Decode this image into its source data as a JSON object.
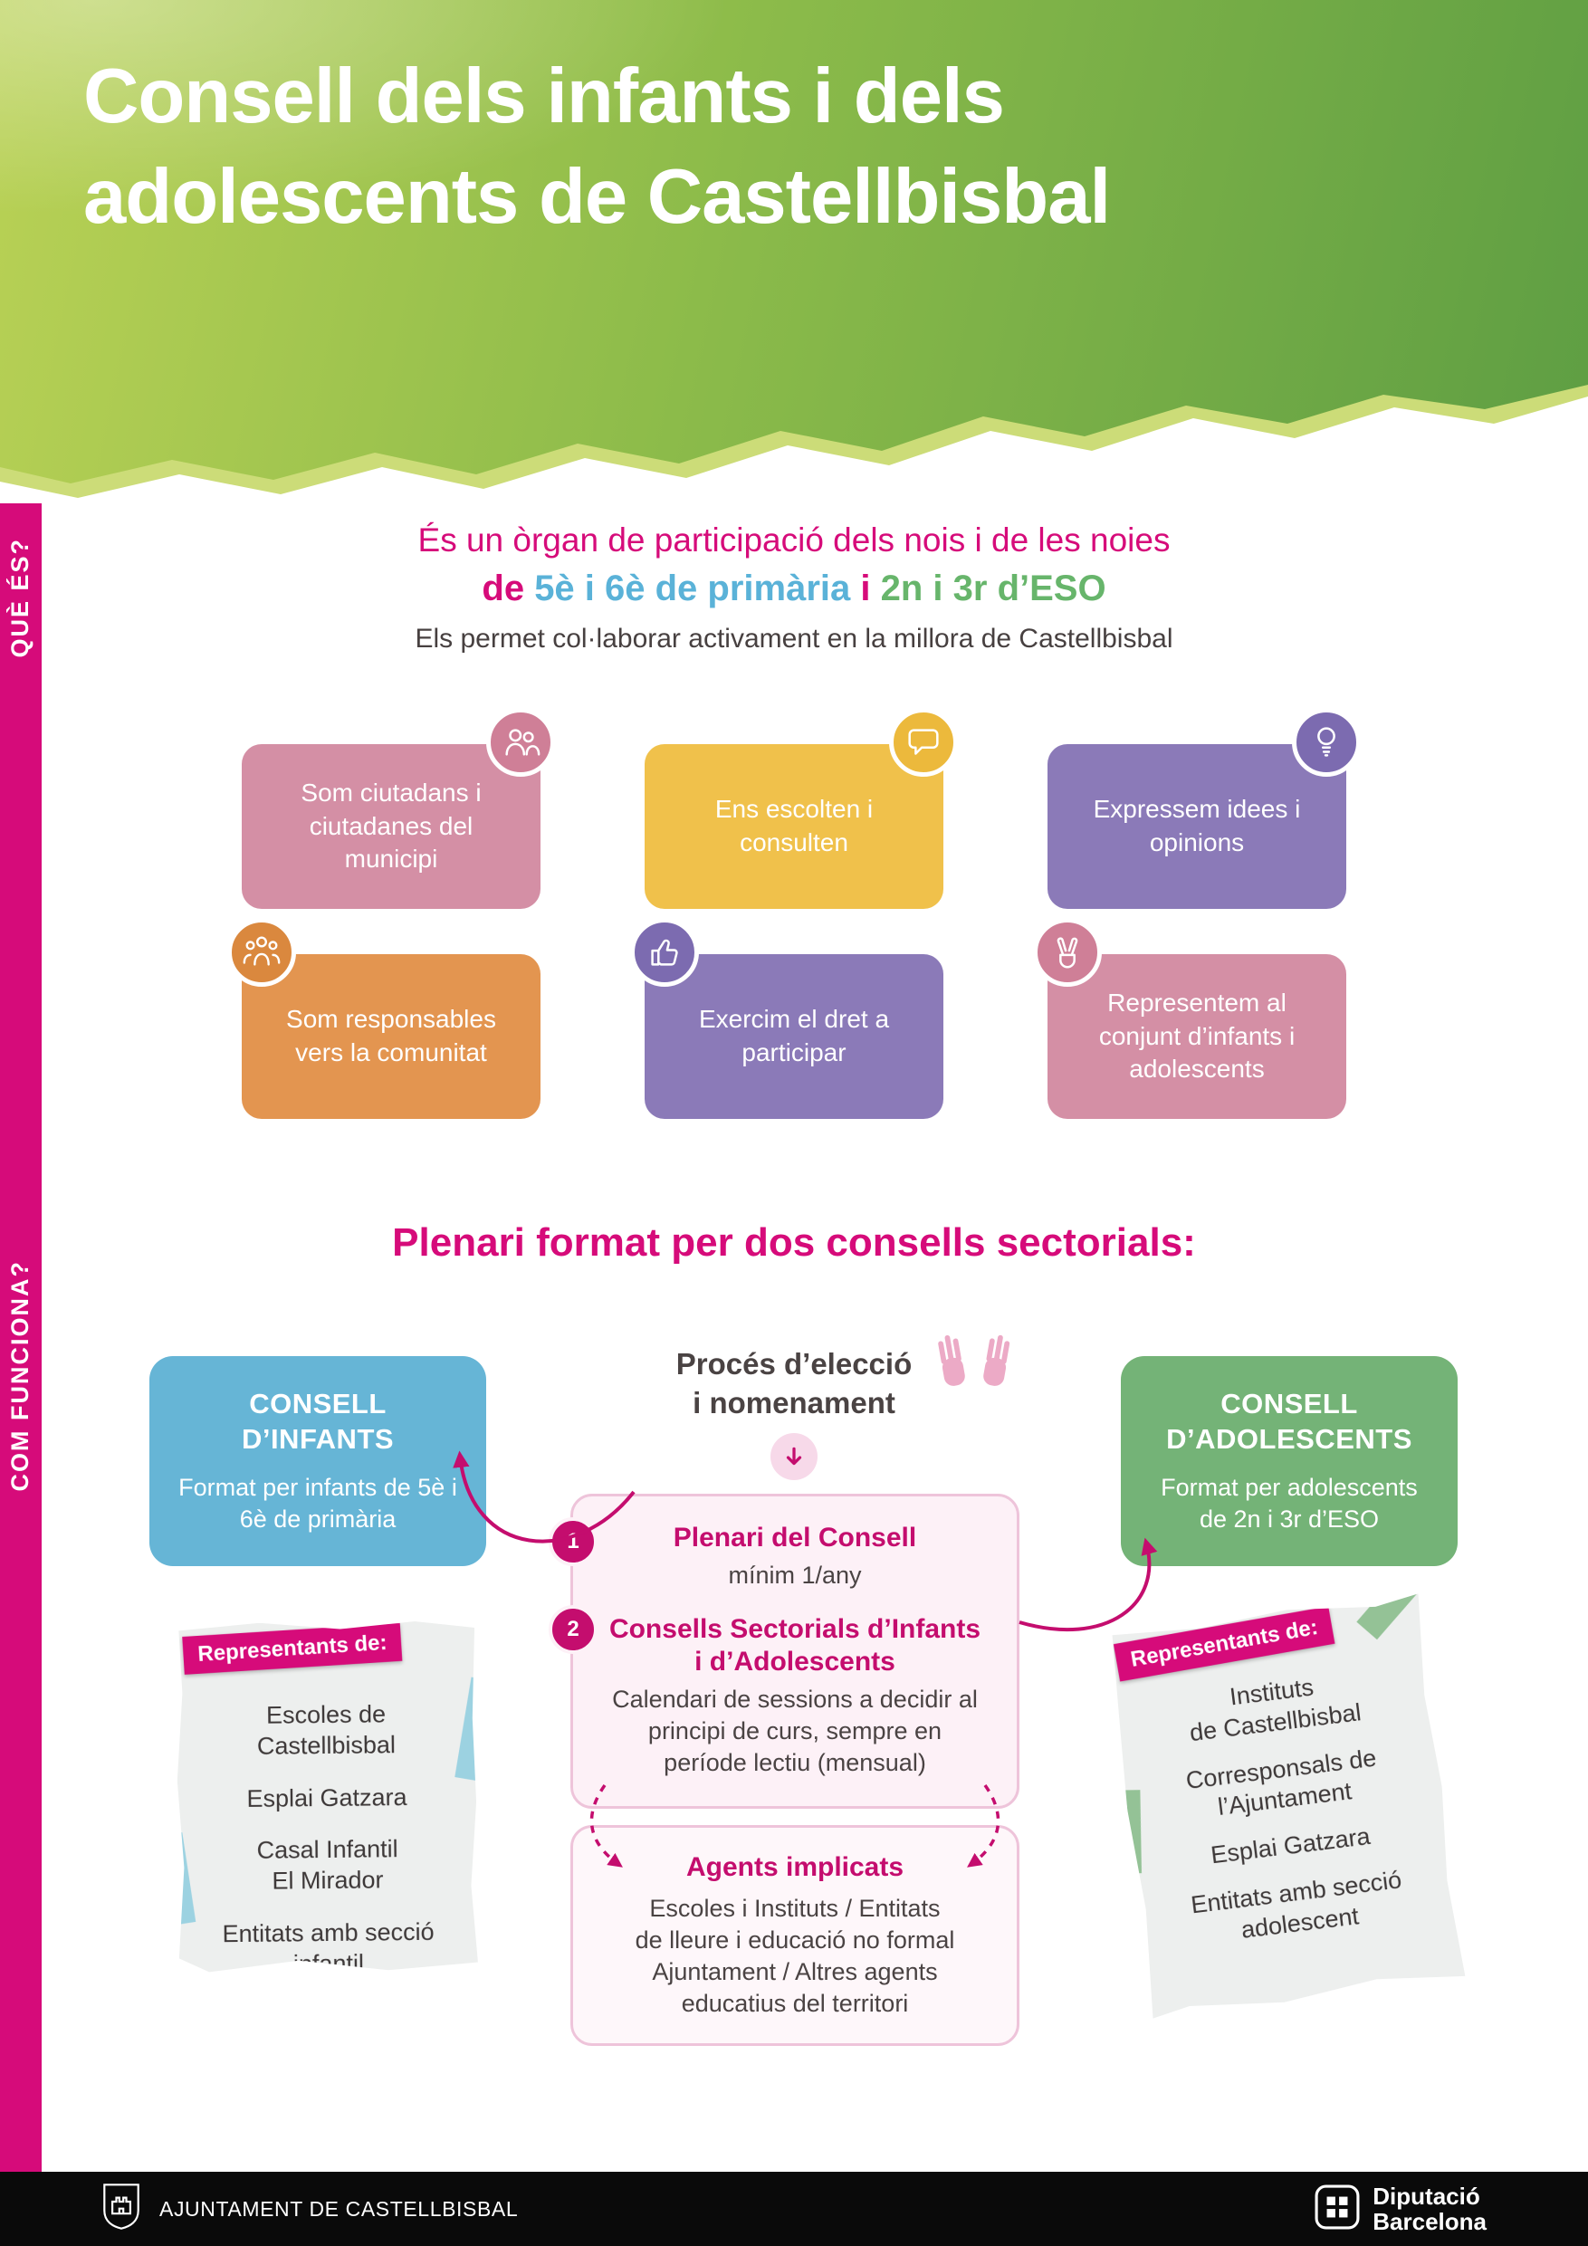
{
  "colors": {
    "magenta": "#d60b7a",
    "magenta_dark": "#c40d6e",
    "header_green_light": "#b9d155",
    "header_green_dark": "#5e9e43",
    "card_pink": "#d48fa5",
    "card_yellow": "#f0c14b",
    "card_purple": "#8b7ab8",
    "card_orange": "#e39550",
    "box_blue": "#66b5d6",
    "box_green": "#74b377",
    "panel_pink_bg": "#fdf1f7",
    "panel_pink_border": "#eec4da",
    "footer_black": "#0a0a0a"
  },
  "header": {
    "title_line1": "Consell dels infants i dels",
    "title_line2": "adolescents de Castellbisbal"
  },
  "sidebar": {
    "que_es": "QUÈ ÉS?",
    "com_funciona": "COM FUNCIONA?"
  },
  "intro": {
    "line1": "És un òrgan de participació dels nois i de les noies",
    "line2_de": "de ",
    "line2_primaria": "5è i 6è de primària",
    "line2_i": " i ",
    "line2_eso": "2n i 3r d’ESO",
    "line3": "Els permet col·laborar activament en la millora de Castellbisbal"
  },
  "feature_cards": [
    {
      "label": "Som ciutadans i ciutadanes del municipi",
      "icon": "citizens-icon"
    },
    {
      "label": "Ens escolten i consulten",
      "icon": "speech-bubble-icon"
    },
    {
      "label": "Expressem idees i opinions",
      "icon": "idea-icon"
    },
    {
      "label": "Som responsables vers la comunitat",
      "icon": "community-icon"
    },
    {
      "label": "Exercim el dret a participar",
      "icon": "thumbs-up-icon"
    },
    {
      "label": "Representem al conjunt d’infants i adolescents",
      "icon": "victory-hand-icon"
    }
  ],
  "how": {
    "heading": "Plenari format per dos consells sectorials:",
    "infants_box": {
      "title": "CONSELL D’INFANTS",
      "subtitle": "Format per infants de 5è i 6è de primària"
    },
    "adolescents_box": {
      "title": "CONSELL D’ADOLESCENTS",
      "subtitle": "Format per adolescents de 2n i 3r d’ESO"
    },
    "process_line1": "Procés d’elecció",
    "process_line2": "i nomenament",
    "steps": [
      {
        "number": "1",
        "title": "Plenari del Consell",
        "detail": "mínim 1/any"
      },
      {
        "number": "2",
        "title": "Consells Sectorials d’Infants i d’Adolescents",
        "detail": "Calendari de sessions a decidir al principi de curs, sempre en període lectiu (mensual)"
      }
    ],
    "agents_box": {
      "title": "Agents implicats",
      "body": "Escoles i Instituts / Entitats\nde lleure i educació no formal\nAjuntament / Altres agents\neducatius del territori"
    },
    "left_note": {
      "label": "Representants de:",
      "items": [
        "Escoles de\nCastellbisbal",
        "Esplai Gatzara",
        "Casal Infantil\nEl Mirador",
        "Entitats amb secció\ninfantil"
      ]
    },
    "right_note": {
      "label": "Representants de:",
      "items": [
        "Instituts\nde Castellbisbal",
        "Corresponsals de\nl’Ajuntament",
        "Esplai Gatzara",
        "Entitats amb secció\nadolescent"
      ]
    }
  },
  "footer": {
    "ajuntament": "AJUNTAMENT DE CASTELLBISBAL",
    "diputacio_line1": "Diputació",
    "diputacio_line2": "Barcelona"
  },
  "icon_names": [
    "citizens-icon",
    "speech-bubble-icon",
    "idea-icon",
    "community-icon",
    "thumbs-up-icon",
    "victory-hand-icon",
    "raised-hands-icon",
    "down-arrow-icon",
    "ajuntament-shield-icon",
    "diputacio-logo-icon"
  ]
}
